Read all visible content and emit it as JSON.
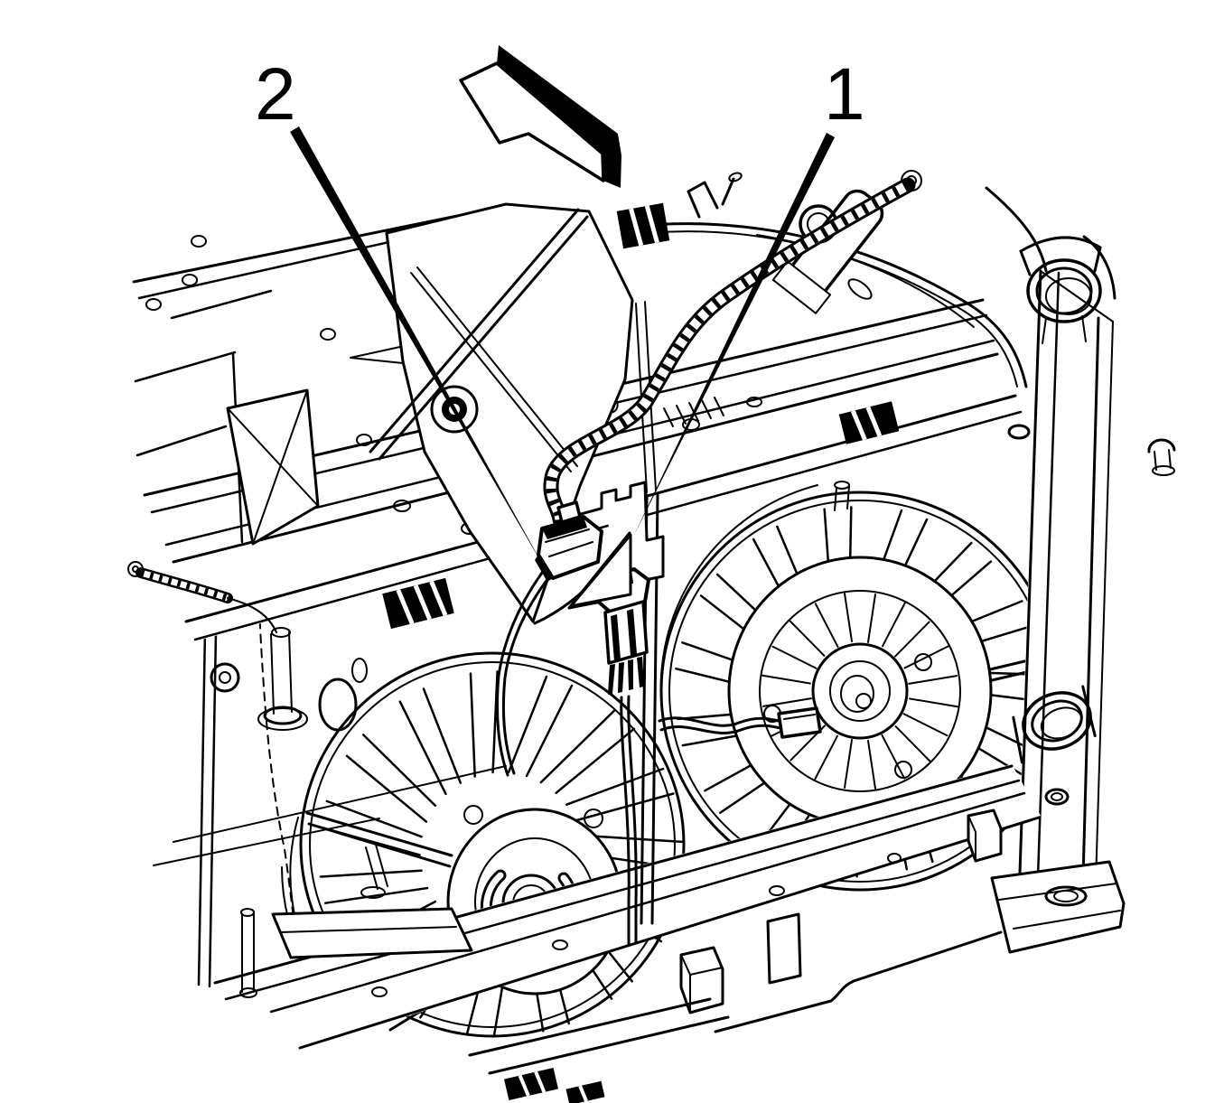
{
  "figure": {
    "type": "service-manual-line-illustration",
    "subject": "radiator-and-dual-cooling-fan-assembly",
    "background_color": "#ffffff",
    "line_color": "#000000",
    "callouts": [
      {
        "label": "1"
      },
      {
        "label": "2"
      }
    ],
    "direction_arrow": {
      "glyph": "block-arrow",
      "points": "up-left"
    }
  }
}
